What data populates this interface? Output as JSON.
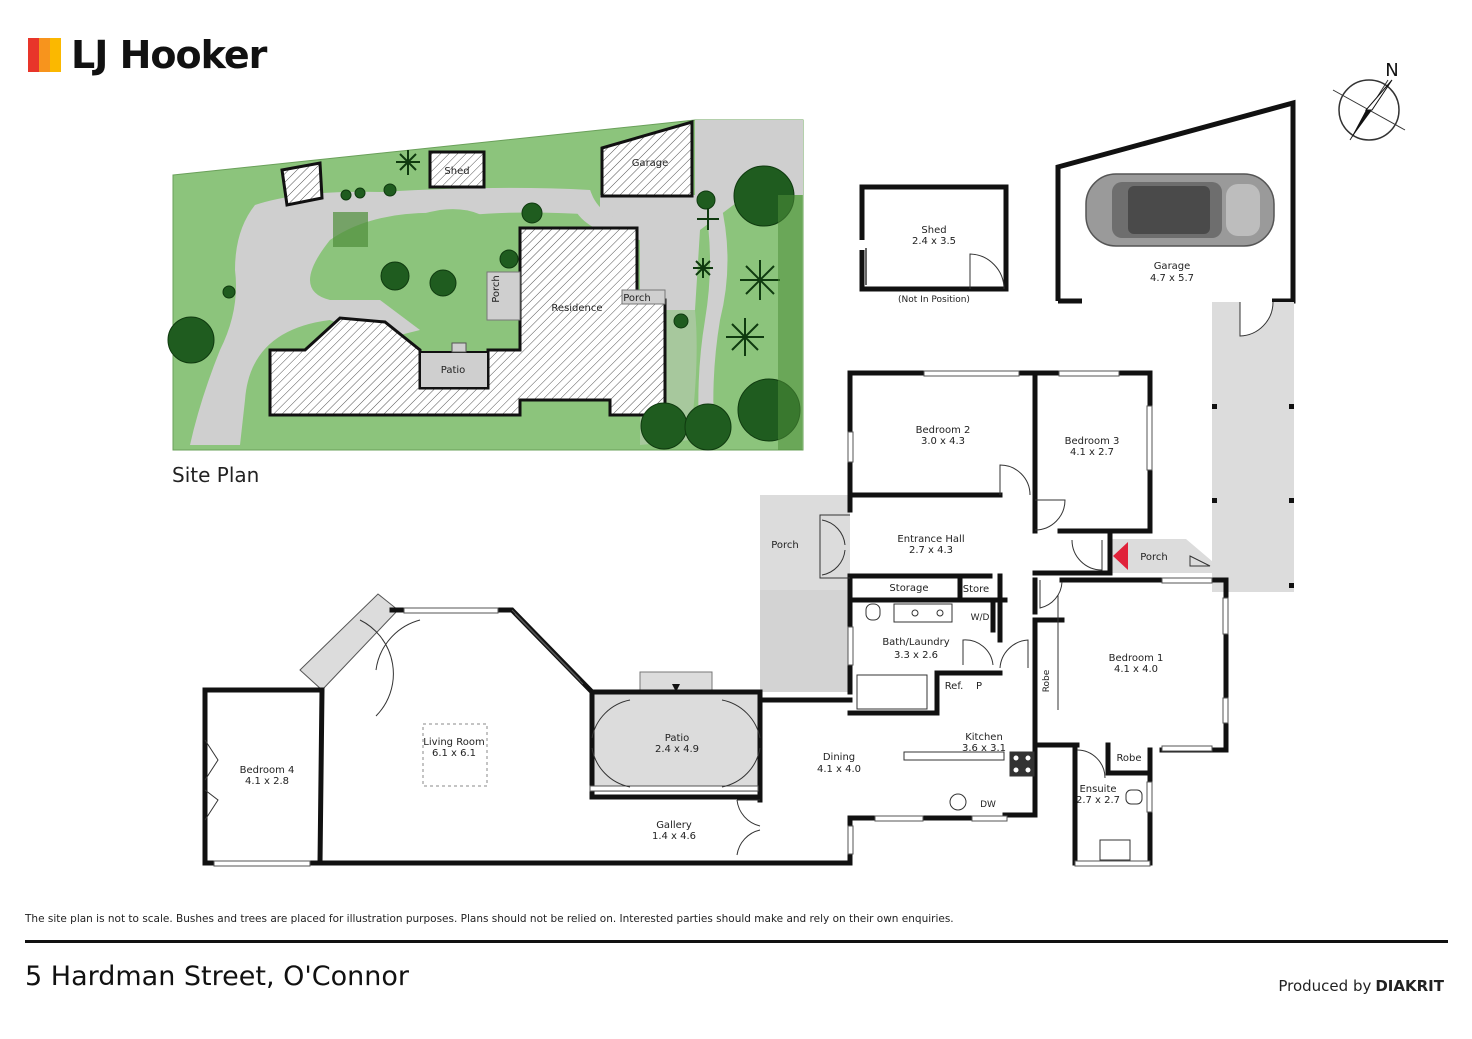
{
  "brand": {
    "name": "LJ Hooker",
    "bar_colors": [
      "#e8352a",
      "#f7941d",
      "#fbb800"
    ]
  },
  "site_plan": {
    "title": "Site Plan",
    "labels": {
      "shed": "Shed",
      "garage": "Garage",
      "porch_side": "Porch",
      "porch": "Porch",
      "residence": "Residence",
      "patio": "Patio"
    }
  },
  "compass": {
    "north_label": "N"
  },
  "floor_plan": {
    "shed": {
      "name": "Shed",
      "size": "2.4 x 3.5",
      "note": "(Not In Position)"
    },
    "garage": {
      "name": "Garage",
      "size": "4.7 x 5.7"
    },
    "bedroom2": {
      "name": "Bedroom 2",
      "size": "3.0 x 4.3"
    },
    "bedroom3": {
      "name": "Bedroom 3",
      "size": "4.1 x 2.7"
    },
    "entrance_hall": {
      "name": "Entrance Hall",
      "size": "2.7 x 4.3"
    },
    "porch_left": {
      "name": "Porch"
    },
    "porch_right": {
      "name": "Porch"
    },
    "storage": {
      "name": "Storage"
    },
    "store": {
      "name": "Store"
    },
    "wd": {
      "name": "W/D"
    },
    "bath_laundry": {
      "name": "Bath/Laundry",
      "size": "3.3 x 2.6"
    },
    "ref": {
      "name": "Ref."
    },
    "pantry": {
      "name": "P"
    },
    "bedroom1": {
      "name": "Bedroom 1",
      "size": "4.1 x 4.0"
    },
    "robe_vertical": {
      "name": "Robe"
    },
    "robe": {
      "name": "Robe"
    },
    "kitchen": {
      "name": "Kitchen",
      "size": "3.6 x 3.1"
    },
    "dw": {
      "name": "DW"
    },
    "ensuite": {
      "name": "Ensuite",
      "size": "2.7 x 2.7"
    },
    "dining": {
      "name": "Dining",
      "size": "4.1 x 4.0"
    },
    "patio": {
      "name": "Patio",
      "size": "2.4 x 4.9"
    },
    "gallery": {
      "name": "Gallery",
      "size": "1.4 x 4.6"
    },
    "living": {
      "name": "Living Room",
      "size": "6.1 x 6.1"
    },
    "bedroom4": {
      "name": "Bedroom 4",
      "size": "4.1 x 2.8"
    }
  },
  "colors": {
    "lawn": "#8cc47c",
    "paving": "#cfcfcf",
    "wall": "#111111",
    "tree": "#1f5c1f",
    "outdoor": "#dcdcdc",
    "entry_arrow": "#e0223a"
  },
  "footer": {
    "disclaimer": "The site plan is not to scale. Bushes and trees are placed for illustration purposes. Plans should not be relied on. Interested parties should make and rely on their own enquiries.",
    "address": "5 Hardman Street, O'Connor",
    "produced_by_prefix": "Produced by",
    "produced_by_brand": "DIAKRIT"
  }
}
